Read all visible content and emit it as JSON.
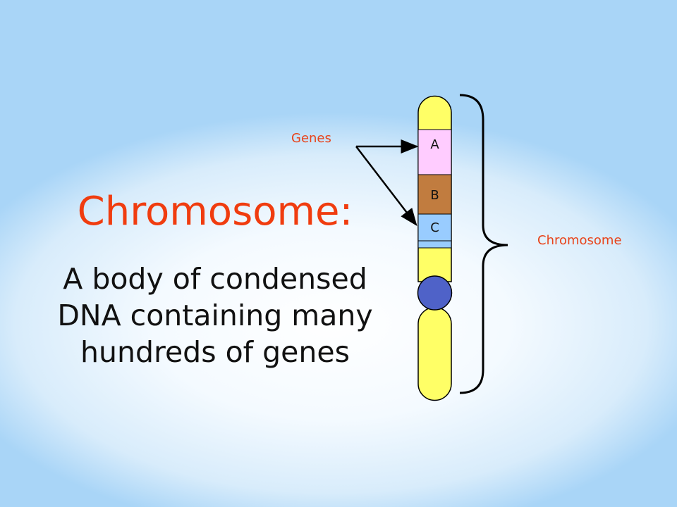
{
  "title": "Chromosome:",
  "body_lines": [
    "A body of condensed",
    "DNA containing many",
    "hundreds of genes"
  ],
  "diagram": {
    "genes_label": "Genes",
    "chromosome_label": "Chromosome",
    "genes": [
      {
        "letter": "A",
        "color": "#ffccff"
      },
      {
        "letter": "B",
        "color": "#c17c3f"
      },
      {
        "letter": "C",
        "color": "#99ccff"
      }
    ],
    "arm_color": "#ffff66",
    "centromere_color": "#4f62c8"
  }
}
